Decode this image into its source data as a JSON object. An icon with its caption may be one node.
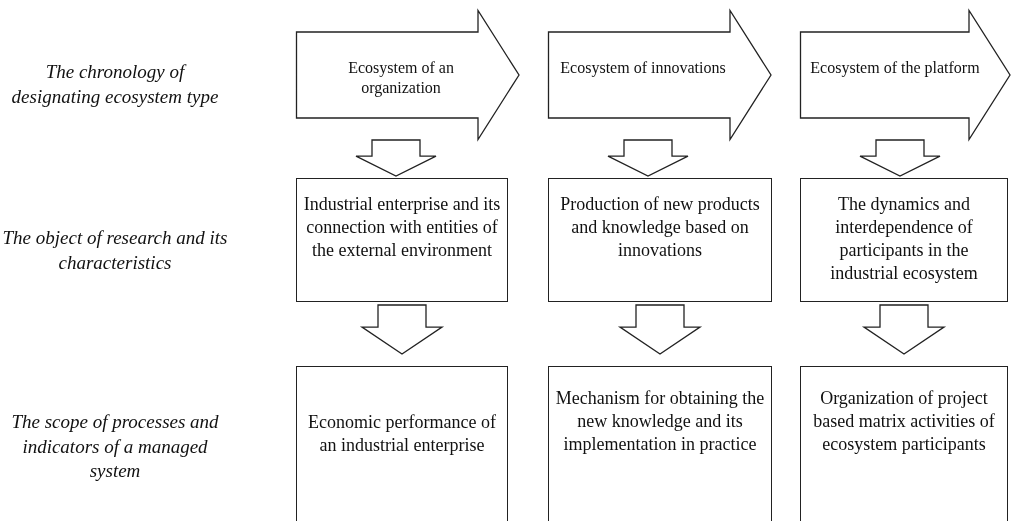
{
  "diagram": {
    "nodes": [
      {
        "text": [
          "Ecosystem of an organization"
        ]
      },
      {
        "text": [
          "Ecosystem of innovations"
        ]
      },
      {
        "text": [
          "Ecosystem of the platform"
        ]
      },
      {
        "text": [
          "Industrial enterprise and its connection with entities of the external environment"
        ]
      },
      {
        "text": [
          "Production of new products and knowledge based on innovations"
        ]
      },
      {
        "text": [
          "The dynamics and interdependence of participants in the industrial ecosystem"
        ]
      },
      {
        "text": [
          "Economic performance of an industrial enterprise"
        ]
      },
      {
        "text": [
          "Mechanism for obtaining the new knowledge and its implementation in practice"
        ]
      },
      {
        "text": [
          "Organization of project based matrix activities of ecosystem participants"
        ]
      }
    ],
    "edges": [
      {
        "from": 0,
        "to": 3,
        "arrow": "to"
      },
      {
        "from": 1,
        "to": 4,
        "arrow": "to"
      },
      {
        "from": 2,
        "to": 5,
        "arrow": "to"
      },
      {
        "from": 3,
        "to": 6,
        "arrow": "to"
      },
      {
        "from": 4,
        "to": 7,
        "arrow": "to"
      },
      {
        "from": 5,
        "to": 8,
        "arrow": "to"
      }
    ],
    "labels": [
      "The chronology of designating ecosystem type",
      "The object of research and its characteristics",
      "The scope of processes and indicators of a managed system"
    ]
  }
}
